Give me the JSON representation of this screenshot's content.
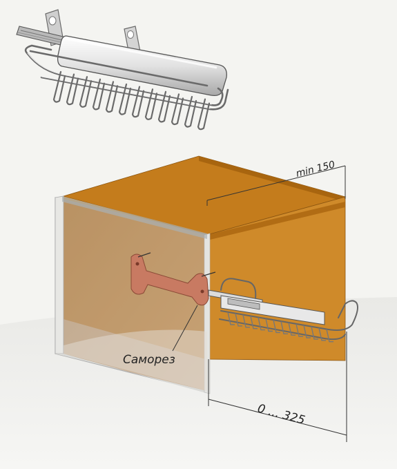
{
  "labels": {
    "min_depth": "min 150",
    "screw": "Саморез",
    "extension": "0 ... 325"
  },
  "colors": {
    "wood_back": "#c8801f",
    "wood_side": "#cf8a2a",
    "wood_top": "#b8741c",
    "front_panel": "#b89a78",
    "bracket": "#c87560",
    "metal": "#dcdcdc"
  }
}
